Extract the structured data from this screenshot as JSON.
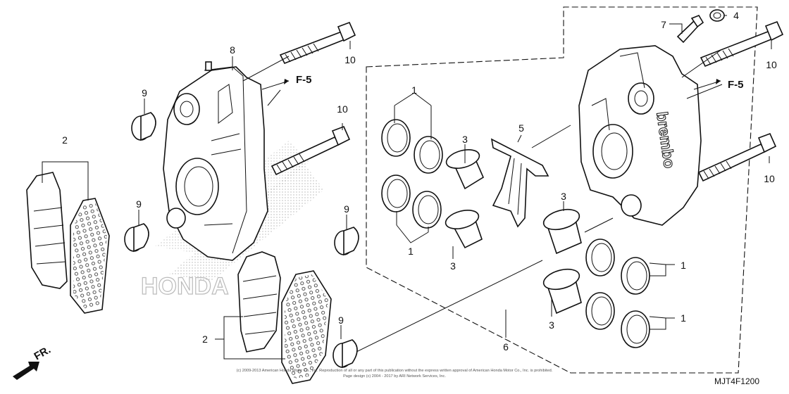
{
  "diagram": {
    "callouts": {
      "c1": "1",
      "c2": "2",
      "c3": "3",
      "c4": "4",
      "c5": "5",
      "c6": "6",
      "c7": "7",
      "c8": "8",
      "c9": "9",
      "c10": "10"
    },
    "direction_labels": {
      "f5_left": "F-5",
      "f5_right": "F-5",
      "front": "FR."
    },
    "caliper_brand": "brembo",
    "watermark": "HONDA",
    "copyright_line1": "(c) 2009-2013 American Honda Motor Co., Inc. Reproduction of all or any part of this publication without the express written approval of American Honda Motor Co., Inc. is prohibited.",
    "copyright_line2": "Page design (c) 2004 - 2017 by ARI Network Services, Inc.",
    "diagram_code": "MJT4F1200"
  }
}
